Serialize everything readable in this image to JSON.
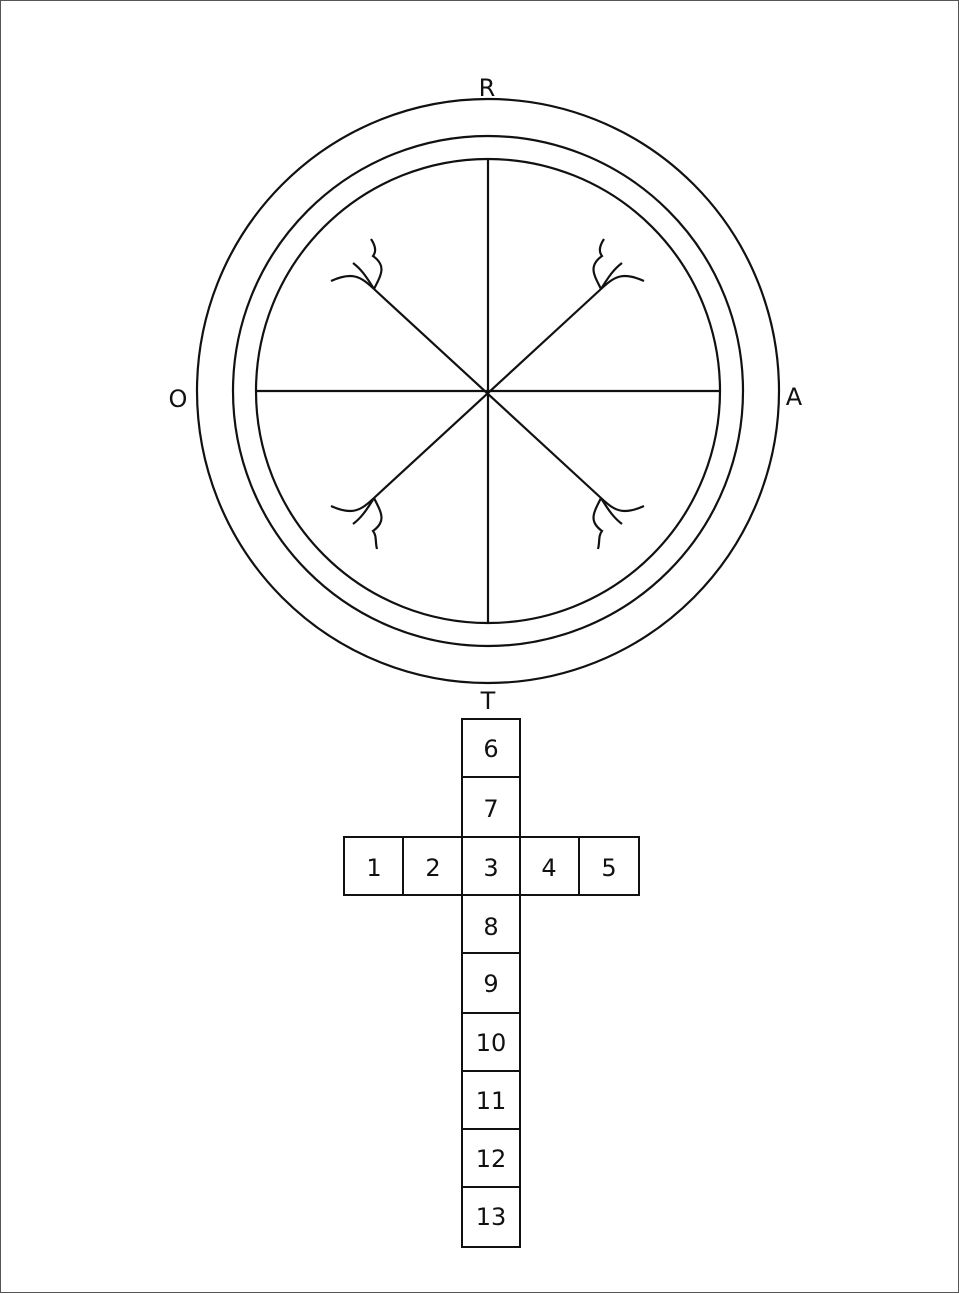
{
  "wheel": {
    "labels": {
      "top": "R",
      "right": "A",
      "bottom": "T",
      "left": "O"
    }
  },
  "cross": {
    "cells": [
      "1",
      "2",
      "3",
      "4",
      "5",
      "6",
      "7",
      "8",
      "9",
      "10",
      "11",
      "12",
      "13"
    ]
  }
}
